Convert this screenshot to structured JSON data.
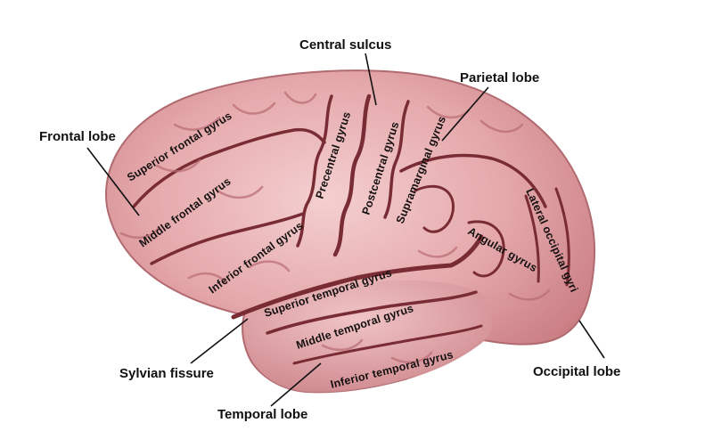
{
  "labels": {
    "central_sulcus": "Central sulcus",
    "parietal_lobe": "Parietal lobe",
    "frontal_lobe": "Frontal lobe",
    "sylvian_fissure": "Sylvian fissure",
    "temporal_lobe": "Temporal lobe",
    "occipital_lobe": "Occipital lobe"
  },
  "gyri": {
    "superior_frontal": "Superior frontal gyrus",
    "middle_frontal": "Middle frontal gyrus",
    "inferior_frontal": "Inferior frontal gyrus",
    "precentral": "Precentral gyrus",
    "postcentral": "Postcentral gyrus",
    "supramarginal": "Supramarginal gyrus",
    "angular": "Angular gyrus",
    "lateral_occipital": "Lateral occipital gyri",
    "superior_temporal": "Superior temporal gyrus",
    "middle_temporal": "Middle temporal gyrus",
    "inferior_temporal": "Inferior temporal gyrus"
  },
  "colors": {
    "brain_base": "#e5a9ac",
    "brain_highlight": "#f6d3d4",
    "sulcus": "#7a2c34",
    "label": "#111111"
  }
}
